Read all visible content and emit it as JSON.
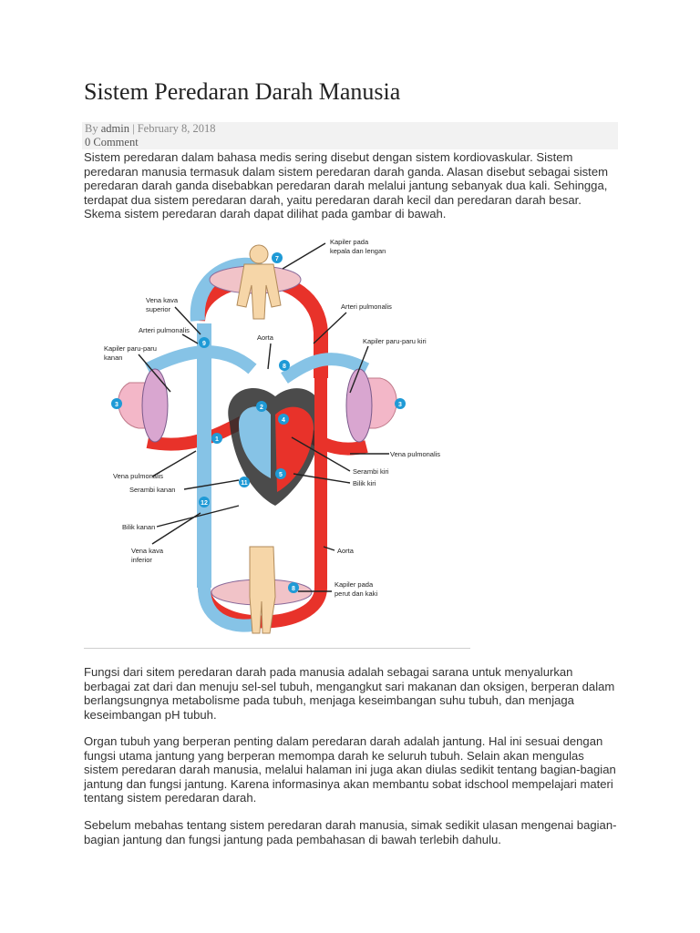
{
  "article": {
    "title": "Sistem Peredaran Darah Manusia",
    "meta": {
      "by": "By",
      "author": "admin",
      "separator": "|",
      "date": "February 8, 2018",
      "comments": "0 Comment"
    },
    "intro": "Sistem peredaran dalam bahasa medis sering disebut dengan sistem kordiovaskular. Sistem peredaran manusia termasuk dalam sistem peredaran darah ganda. Alasan disebut sebagai sistem peredaran darah ganda disebabkan peredaran darah melalui jantung sebanyak dua kali. Sehingga, terdapat dua sistem peredaran darah, yaitu peredaran darah kecil dan peredaran darah besar. Skema sistem peredaran darah dapat dilihat pada gambar di bawah.",
    "p2": "Fungsi dari sitem peredaran darah pada manusia adalah sebagai sarana untuk menyalurkan berbagai zat dari dan menuju sel-sel tubuh, mengangkut sari makanan dan oksigen, berperan dalam berlangsungnya metabolisme pada tubuh, menjaga keseimbangan suhu tubuh, dan menjaga keseimbangan pH tubuh.",
    "p3": "Organ tubuh yang berperan penting dalam peredaran darah adalah jantung. Hal ini sesuai dengan fungsi utama jantung yang berperan memompa darah ke seluruh tubuh. Selain akan mengulas sistem peredaran darah manusia, melalui halaman ini juga akan diulas sedikit tentang bagian-bagian jantung dan fungsi jantung. Karena informasinya akan membantu sobat idschool mempelajari materi tentang sistem peredaran darah.",
    "p4": "Sebelum mebahas tentang sistem peredaran darah manusia, simak sedikit ulasan mengenai bagian-bagian jantung dan fungsi jantung pada pembahasan di bawah terlebih dahulu."
  },
  "diagram": {
    "colors": {
      "oxygenated": "#e8322a",
      "deoxygenated": "#86c3e6",
      "heart": "#2b2b2b",
      "lung": "#f3b7c8",
      "skin": "#f6d6a8",
      "badge": "#1f9ad6"
    },
    "labels": {
      "kapiler_kepala_1": "Kapiler pada",
      "kapiler_kepala_2": "kepala dan lengan",
      "vena_kava_superior_1": "Vena kava",
      "vena_kava_superior_2": "superior",
      "arteri_pulmonalis_left": "Arteri pulmonalis",
      "arteri_pulmonalis_right": "Arteri pulmonalis",
      "kapiler_paru_kanan_1": "Kapiler paru-paru",
      "kapiler_paru_kanan_2": "kanan",
      "aorta_top": "Aorta",
      "kapiler_paru_kiri": "Kapiler paru-paru kiri",
      "vena_pulmonalis_right": "Vena pulmonalis",
      "serambi_kiri": "Serambi kiri",
      "bilik_kiri": "Bilik kiri",
      "vena_pulmonalis_left": "Vena pulmonalis",
      "serambi_kanan": "Serambi kanan",
      "bilik_kanan": "Bilik kanan",
      "vena_kava_inferior_1": "Vena kava",
      "vena_kava_inferior_2": "inferior",
      "aorta_bottom": "Aorta",
      "kapiler_perut_1": "Kapiler pada",
      "kapiler_perut_2": "perut dan kaki"
    },
    "badges": [
      "7",
      "9",
      "8",
      "3",
      "3",
      "2",
      "4",
      "1",
      "5",
      "11",
      "12",
      "8"
    ]
  }
}
